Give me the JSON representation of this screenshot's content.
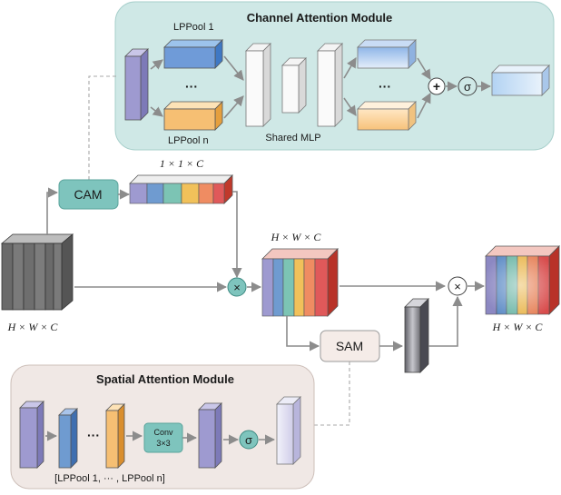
{
  "cam_module": {
    "title": "Channel Attention Module",
    "pool_top": "LPPool 1",
    "pool_bottom": "LPPool n",
    "ellipsis_left": "···",
    "ellipsis_right": "···",
    "mlp_label": "Shared MLP",
    "plus": "+",
    "sigma": "σ"
  },
  "sam_module": {
    "title": "Spatial Attention Module",
    "ellipsis": "···",
    "conv_line1": "Conv",
    "conv_line2": "3×3",
    "sigma": "σ",
    "pool_list": "[LPPool 1, ··· , LPPool n]"
  },
  "main_flow": {
    "cam_block": "CAM",
    "sam_block": "SAM",
    "channel_vec_label": "1 × 1 × C",
    "input_label": "H × W × C",
    "mid_label": "H × W × C",
    "output_label": "H × W × C",
    "multiply": "×"
  },
  "colors": {
    "cam_bg": "#cfe8e6",
    "sam_bg": "#f0e8e5",
    "cam_block": "#7ec4bd",
    "sam_block": "#f5ece8",
    "op_circle": "#7ec4bd",
    "stripes": [
      "#9e9ad0",
      "#6f9bd0",
      "#7cc4b4",
      "#f1c15a",
      "#ef8c62",
      "#e0595a"
    ]
  }
}
